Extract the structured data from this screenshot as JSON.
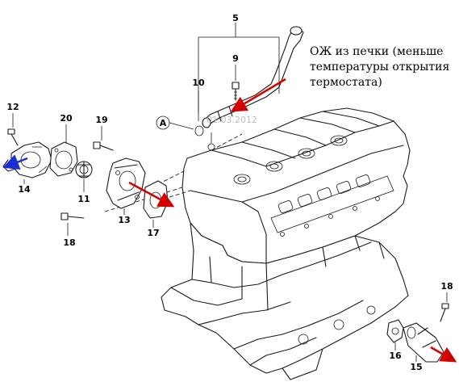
{
  "callouts": {
    "c5": "5",
    "c9": "9",
    "c10": "10",
    "c12": "12",
    "c20": "20",
    "c19": "19",
    "c14": "14",
    "c11": "11",
    "c13": "13",
    "c17": "17",
    "c18a": "18",
    "c18b": "18",
    "c16": "16",
    "c15": "15",
    "cA": "A"
  },
  "annotation": {
    "line1": "ОЖ из печки (меньше",
    "line2": "температуры открытия",
    "line3": "термостата)"
  },
  "watermark": "01.03.2012",
  "colors": {
    "arrow_red": "#d40000",
    "arrow_blue": "#1a2fd0",
    "line": "#1a1a1a",
    "watermark": "#bdbdbd"
  }
}
